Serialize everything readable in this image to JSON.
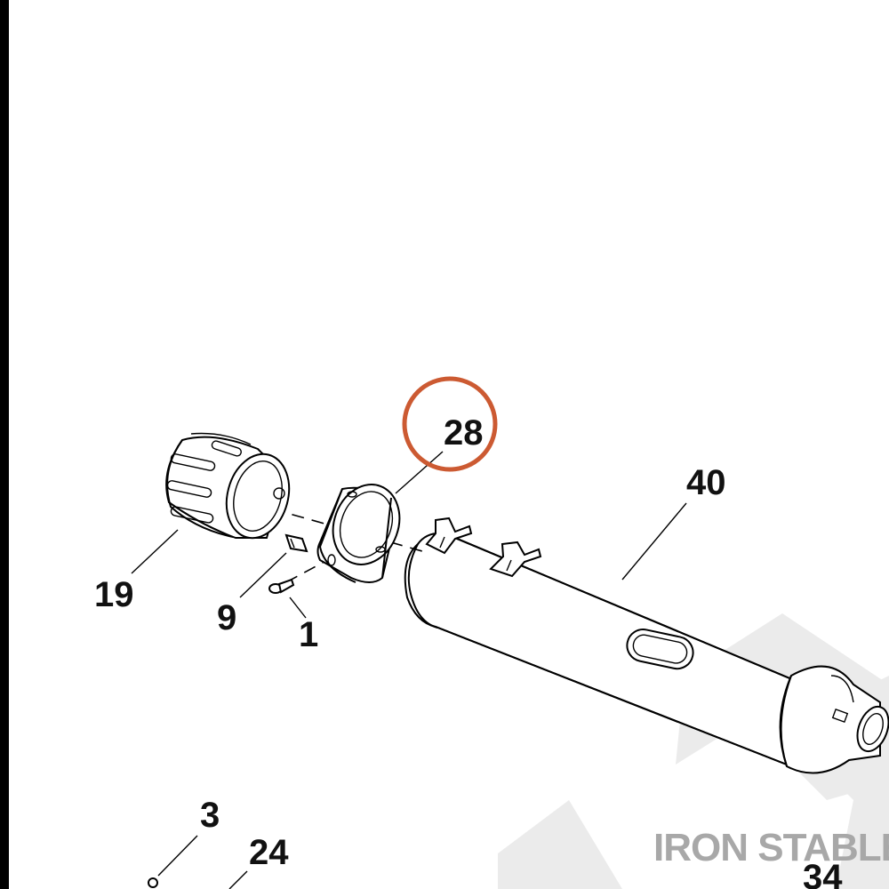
{
  "diagram": {
    "labels": {
      "p19": "19",
      "p9": "9",
      "p1": "1",
      "p28": "28",
      "p40": "40",
      "p3": "3",
      "p24": "24",
      "p34": "34"
    },
    "highlight_color": "#cc5a32",
    "watermark": "IRON STABLE"
  }
}
